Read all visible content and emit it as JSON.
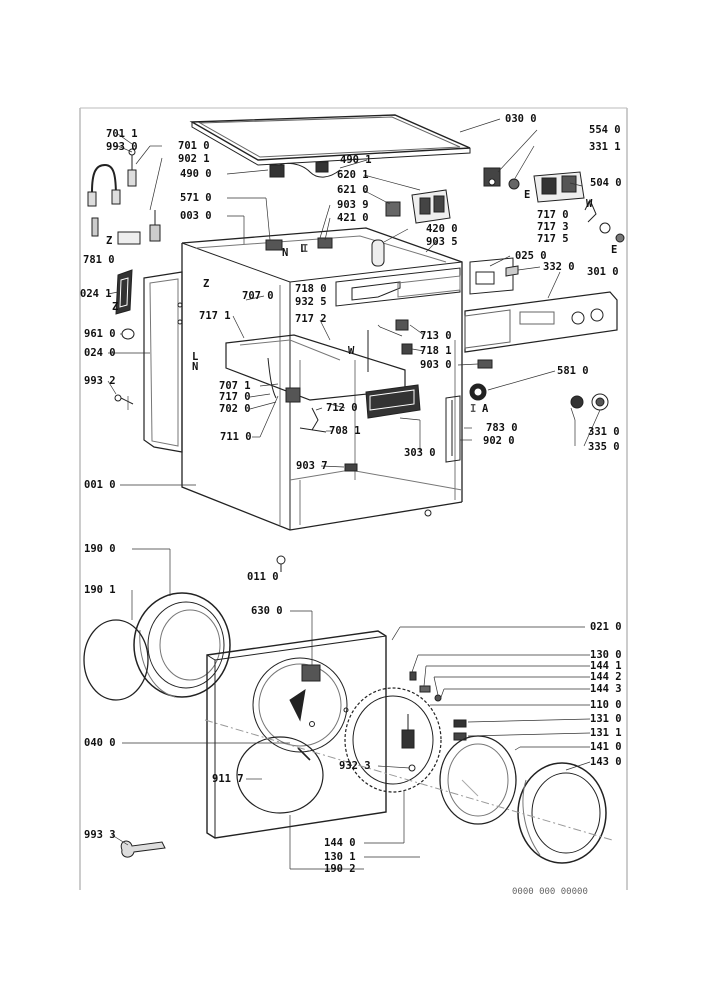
{
  "parts": {
    "p701_1": "701 1",
    "p993_0": "993 0",
    "p701_0": "701 0",
    "p902_1": "902 1",
    "p490_0": "490 0",
    "p490_1": "490 1",
    "p030_0": "030 0",
    "p554_0": "554 0",
    "p331_1": "331 1",
    "p620_1": "620 1",
    "p504_0": "504 0",
    "p571_0": "571 0",
    "p621_0": "621 0",
    "p903_9": "903 9",
    "p003_0": "003 0",
    "p421_0": "421 0",
    "p717_0": "717 0",
    "p717_3": "717 3",
    "p717_5": "717 5",
    "p420_0": "420 0",
    "p903_5": "903 5",
    "p781_0": "781 0",
    "p025_0": "025 0",
    "p332_0": "332 0",
    "p301_0": "301 0",
    "p718_0": "718 0",
    "p024_1": "024 1",
    "p707_0": "707 0",
    "p932_5": "932 5",
    "p717_1": "717 1",
    "p717_2": "717 2",
    "p961_0": "961 0",
    "p713_0": "713 0",
    "p024_0": "024 0",
    "p718_1": "718 1",
    "p903_0": "903 0",
    "p581_0": "581 0",
    "p993_2": "993 2",
    "p707_1": "707 1",
    "p717_0b": "717 0",
    "p702_0": "702 0",
    "p712_0": "712 0",
    "p783_0": "783 0",
    "p708_1": "708 1",
    "p331_0": "331 0",
    "p711_0": "711 0",
    "p303_0": "303 0",
    "p902_0": "902 0",
    "p335_0": "335 0",
    "p903_7": "903 7",
    "p001_0": "001 0",
    "p190_0": "190 0",
    "p011_0": "011 0",
    "p190_1": "190 1",
    "p630_0": "630 0",
    "p021_0": "021 0",
    "p130_0": "130 0",
    "p144_1": "144 1",
    "p144_2": "144 2",
    "p144_3": "144 3",
    "p110_0": "110 0",
    "p131_0": "131 0",
    "p131_1": "131 1",
    "p040_0": "040 0",
    "p932_3": "932 3",
    "p141_0": "141 0",
    "p143_0": "143 0",
    "p911_7": "911 7",
    "p993_3": "993 3",
    "p144_0": "144 0",
    "p130_1": "130 1",
    "p190_2": "190 2"
  },
  "letters": {
    "z1": "Z",
    "z2": "Z",
    "z3": "Z",
    "n1": "N",
    "l1": "L",
    "l2": "L",
    "w1": "W",
    "w2": "W",
    "e1": "E",
    "e2": "E",
    "a1": "A",
    "n2": "N",
    "bar1": "I",
    "bar2": "I"
  },
  "footer_code": "0000 000 00000"
}
